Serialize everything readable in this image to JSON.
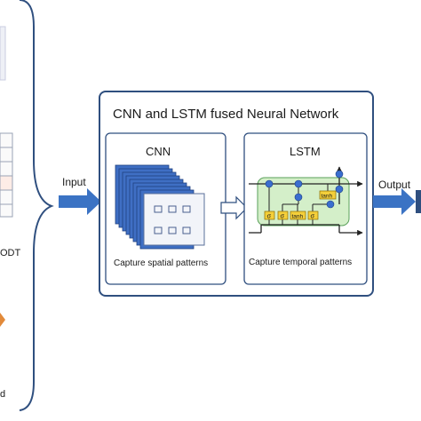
{
  "main_title": "CNN and LSTM fused Neural Network",
  "input_label": "Input",
  "output_label": "Output",
  "left_partial_labels": {
    "odt": "ODT",
    "d": "d"
  },
  "cnn": {
    "title": "CNN",
    "caption": "Capture spatial patterns"
  },
  "lstm": {
    "title": "LSTM",
    "caption": "Capture temporal patterns",
    "gates": [
      "σ",
      "σ",
      "tanh",
      "σ"
    ],
    "cell_tanh": "tanh"
  },
  "colors": {
    "frame": "#2f4f7f",
    "arrow": "#3b73c4",
    "lstm_fill": "#d4efc9",
    "lstm_gate": "#f4cf3a",
    "node": "#3a6ecf"
  }
}
